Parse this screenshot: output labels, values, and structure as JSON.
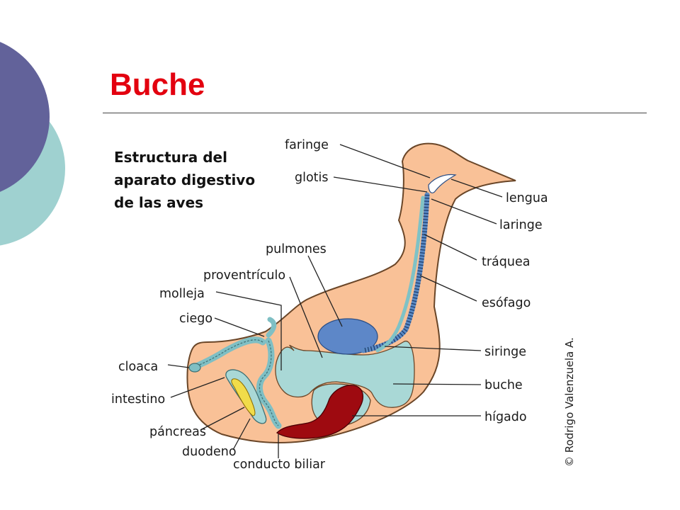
{
  "slide": {
    "title": "Buche",
    "colors": {
      "title": "#e3000f",
      "circle_purple": "#62629a",
      "circle_teal": "#9fd1d0",
      "body": "#f9c197",
      "body_outline": "#6a4628",
      "crop": "#a9d8d6",
      "lungs": "#5d87c8",
      "trachea": "#5b8ac4",
      "liver": "#9e0a10",
      "pancreas": "#f1dc4a"
    }
  },
  "diagram": {
    "heading": [
      "Estructura del",
      "aparato digestivo",
      "de las aves"
    ],
    "credit": "© Rodrigo Valenzuela A.",
    "labels": {
      "faringe": "faringe",
      "glotis": "glotis",
      "lengua": "lengua",
      "laringe": "laringe",
      "pulmones": "pulmones",
      "traquea": "tráquea",
      "proventriculo": "proventrículo",
      "molleja": "molleja",
      "esofago": "esófago",
      "ciego": "ciego",
      "siringe": "siringe",
      "cloaca": "cloaca",
      "buche": "buche",
      "intestino": "intestino",
      "higado": "hígado",
      "pancreas": "páncreas",
      "duodeno": "duodeno",
      "conducto_biliar": "conducto biliar"
    }
  }
}
